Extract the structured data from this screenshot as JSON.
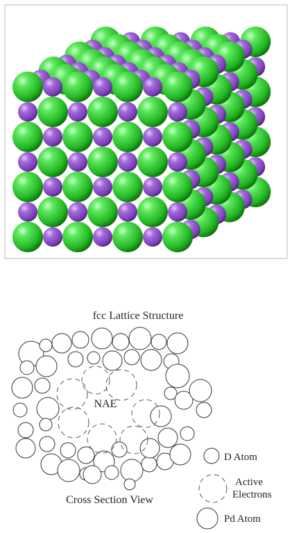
{
  "figure": {
    "lattice_title": "fcc Lattice Structure",
    "cross_section_label": "Cross Section View",
    "center_label": "NAE"
  },
  "legend": {
    "items": [
      {
        "label": "D Atom",
        "style": "small-solid-circle"
      },
      {
        "label_lines": [
          "Active",
          "Electrons"
        ],
        "style": "dashed-circle"
      },
      {
        "label": "Pd Atom",
        "style": "large-solid-circle"
      }
    ]
  },
  "colors": {
    "large_atom": "#33cc33",
    "small_atom": "#9955cc",
    "panel_border": "#cfcfcf",
    "stroke": "#333333"
  }
}
